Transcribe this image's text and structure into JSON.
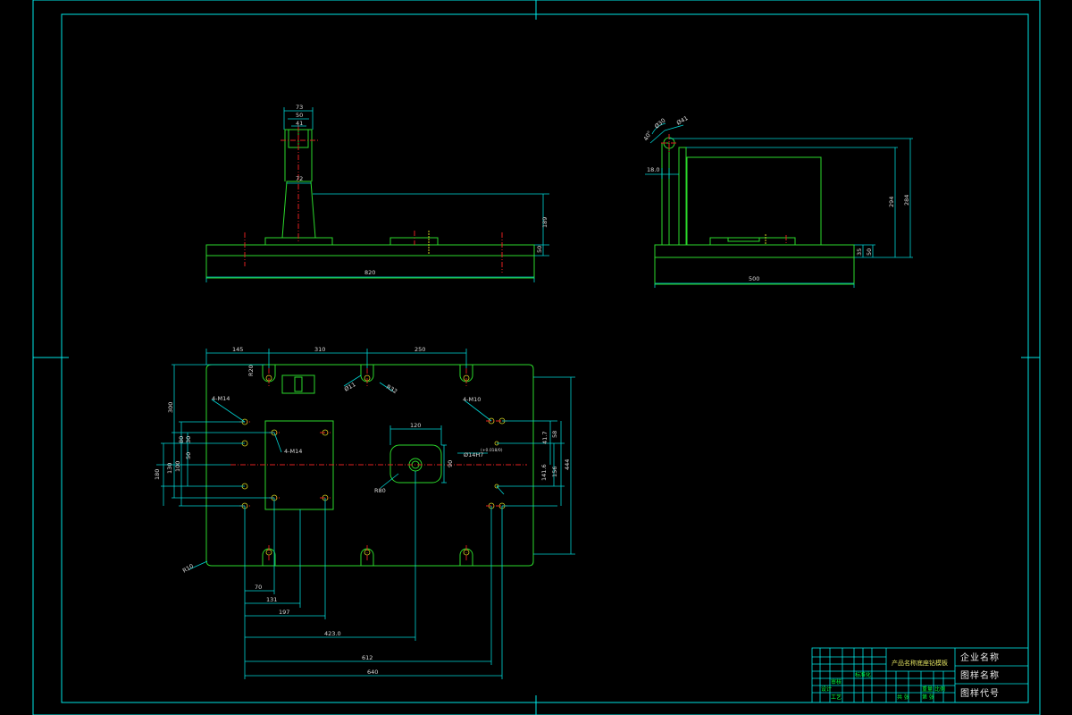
{
  "colors": {
    "background": "#000000",
    "border": "#00e5e5",
    "part_outline": "#2bd82b",
    "dimension": "#00d4d4",
    "center_line": "#e02020",
    "hidden": "#d0d020",
    "text": "#dcdcdc"
  },
  "front_view": {
    "dims": {
      "top_width": "73",
      "top_inner": "50",
      "top_small": "41",
      "post_width": "72",
      "height_right": "189",
      "base_height": "50",
      "overall_length": "820"
    }
  },
  "side_view": {
    "dims": {
      "angle_a": "Ø30",
      "angle_b": "Ø41",
      "angle_c": "40°",
      "offset": "18.0",
      "inner_height": "294",
      "outer_height": "284",
      "base_h1": "35",
      "base_h2": "50",
      "overall_width": "500"
    }
  },
  "plan_view": {
    "dims": {
      "top_145": "145",
      "top_310": "310",
      "top_250": "250",
      "slot_r": "R20",
      "hole_diam": "Ø11",
      "hole_r": "R32",
      "label_m14_a": "4-M14",
      "label_m14_b": "4-M14",
      "label_m10": "4-M10",
      "left_300": "300",
      "left_80": "80",
      "left_30": "30",
      "left_50": "50",
      "left_130": "130",
      "left_100": "100",
      "left_180": "180",
      "pocket_120": "120",
      "pocket_90": "90",
      "pocket_r": "R80",
      "fit_label": "Ø14H7",
      "fit_tol": "(+0.018/0)",
      "right_41_7": "41.7",
      "right_58": "58",
      "right_141_6": "141.6",
      "right_156": "156",
      "right_444": "444",
      "corner_r": "R10",
      "bottom_70": "70",
      "bottom_131": "131",
      "bottom_197": "197",
      "bottom_423": "423.0",
      "bottom_612": "612",
      "bottom_640": "640"
    }
  },
  "title_block": {
    "product_name": "产品名称底座钻模板",
    "company": "企业名称",
    "drawing_name": "图样名称",
    "drawing_code": "图样代号",
    "cells": [
      "设计",
      "审核",
      "工艺",
      "标准化",
      "比例",
      "重量",
      "共 张",
      "第 张"
    ]
  }
}
